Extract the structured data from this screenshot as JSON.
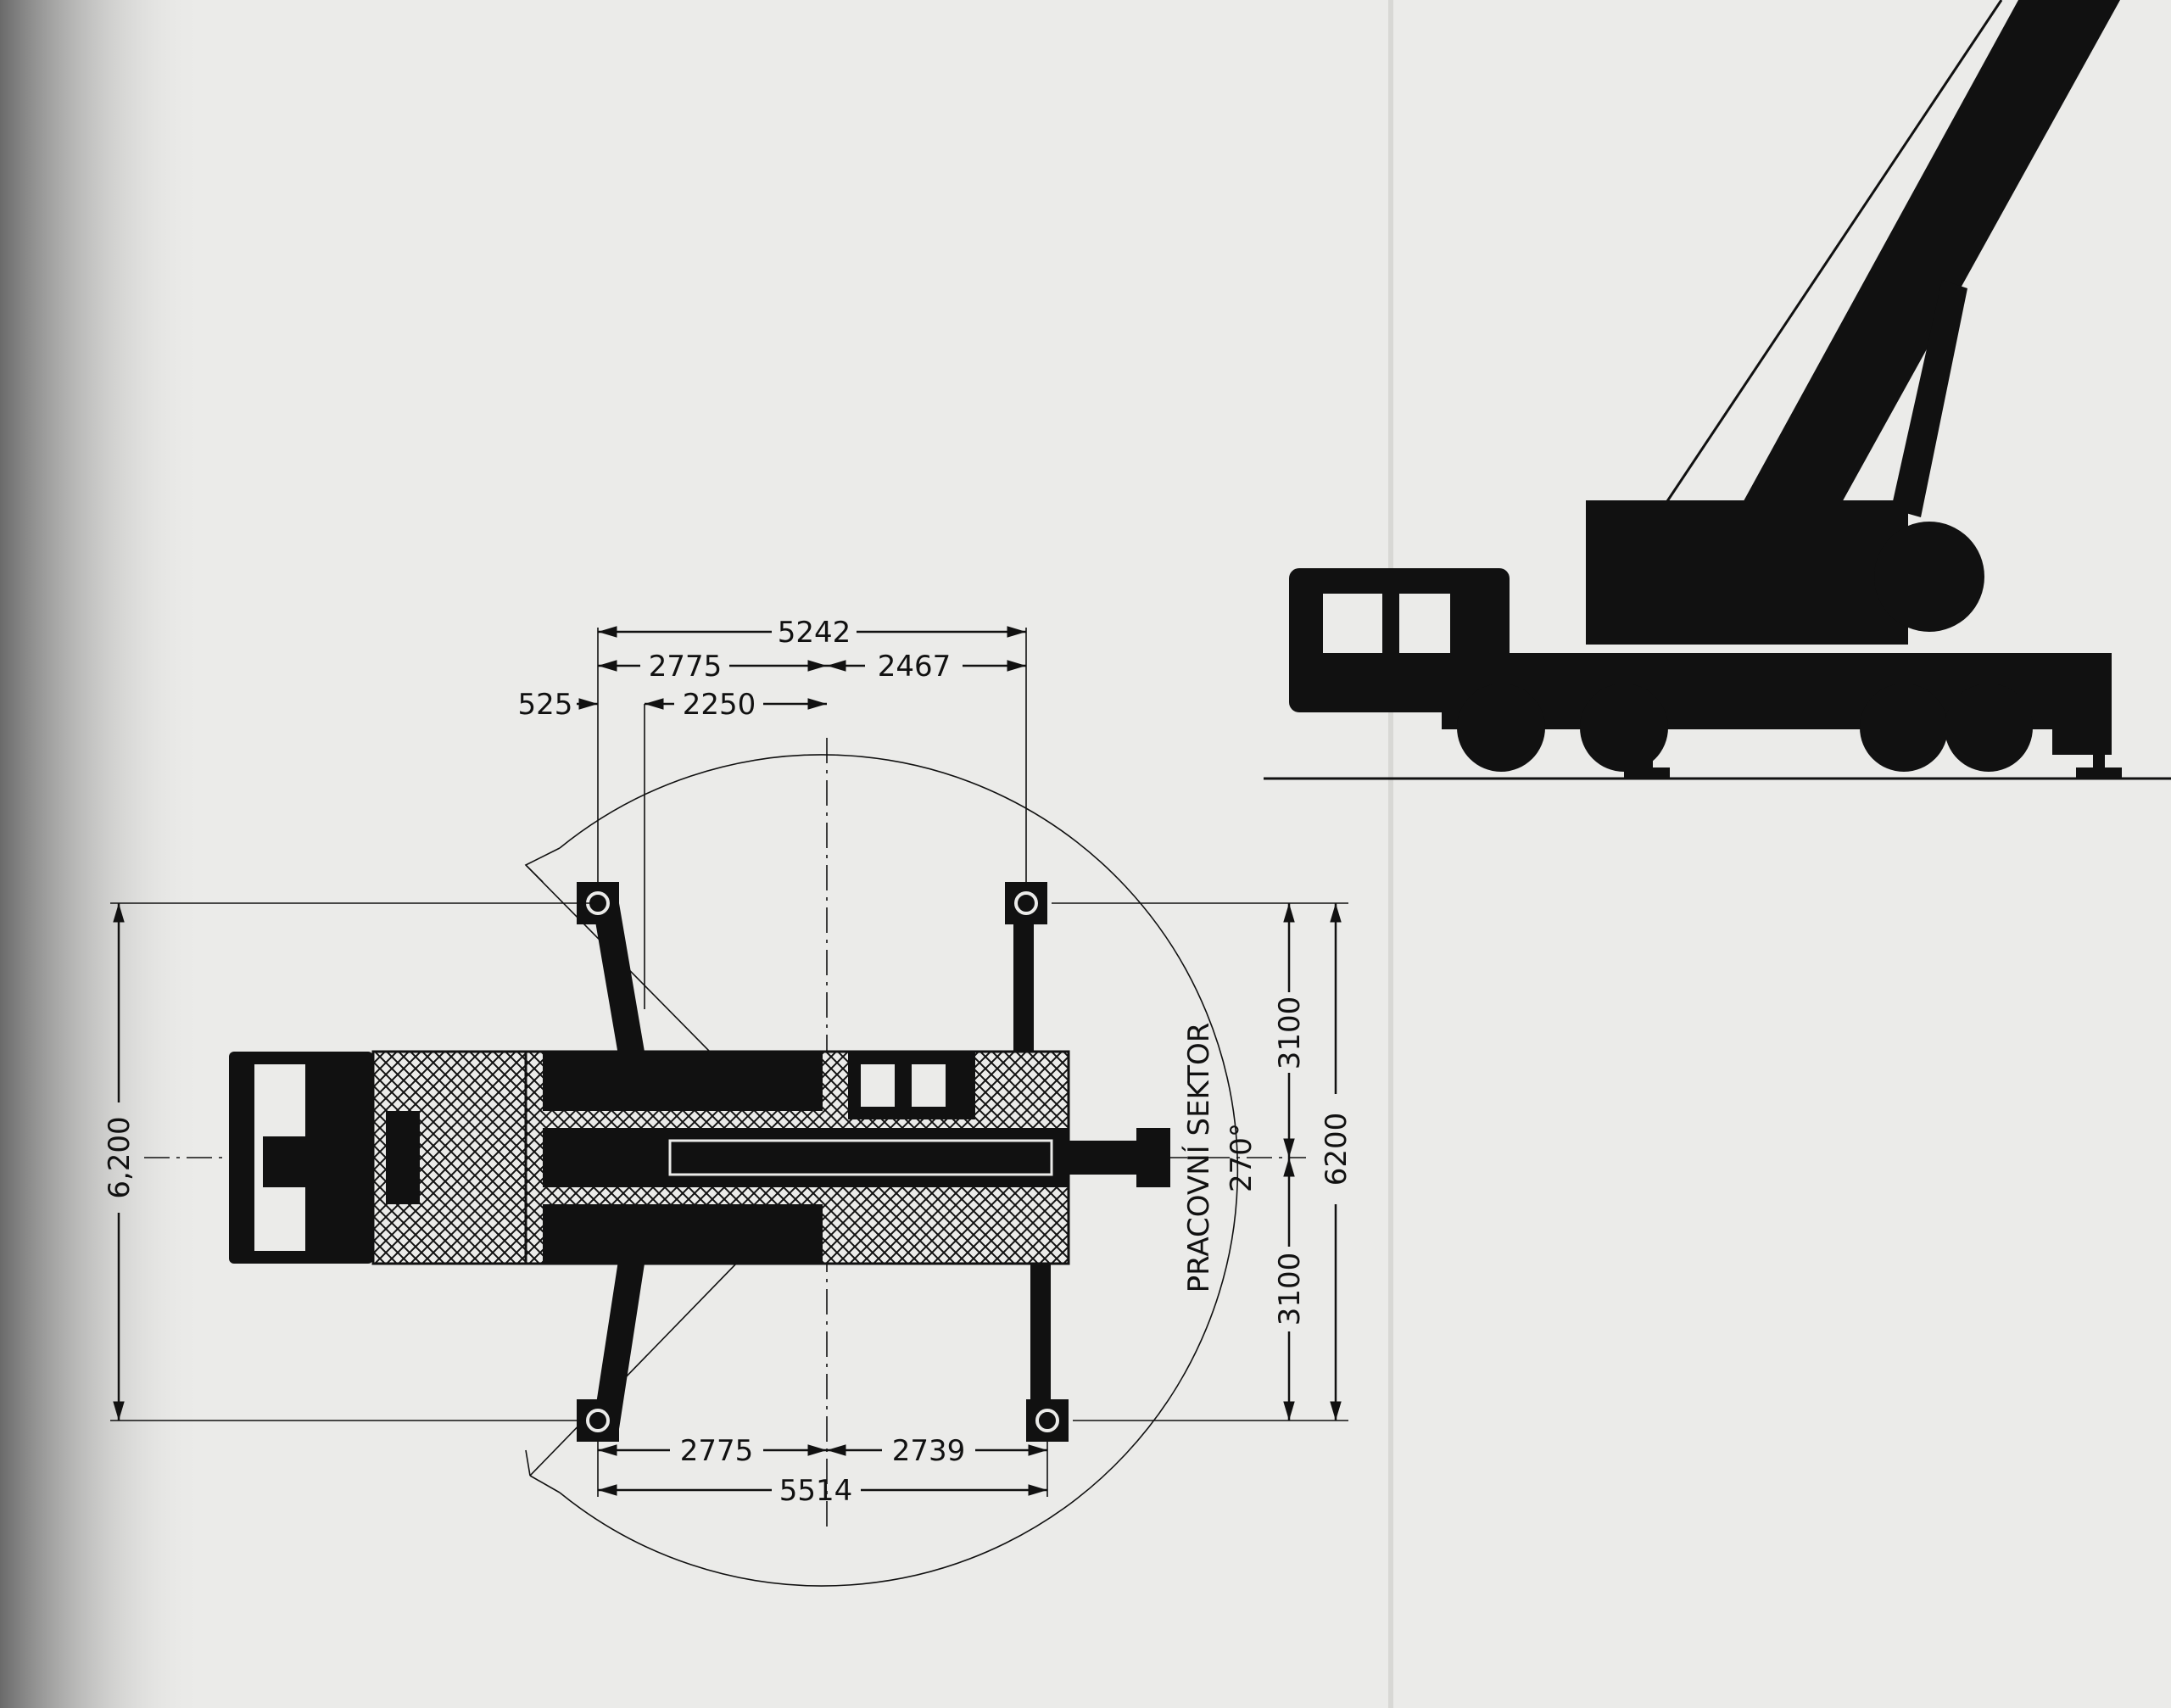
{
  "plan_view": {
    "dimensions_top": {
      "overall": "5242",
      "front_span": "2775",
      "rear_span": "2467",
      "offset_small": "525",
      "offset_mid": "2250"
    },
    "dimensions_bottom": {
      "front_span": "2775",
      "rear_span": "2739",
      "overall": "5514"
    },
    "dimensions_side": {
      "total_width_left": "6,200",
      "total_width_right": "6200",
      "half_upper": "3100",
      "half_lower": "3100"
    },
    "working_sector": {
      "label": "PRACOVNÍ SEKTOR",
      "angle": "270°"
    }
  }
}
